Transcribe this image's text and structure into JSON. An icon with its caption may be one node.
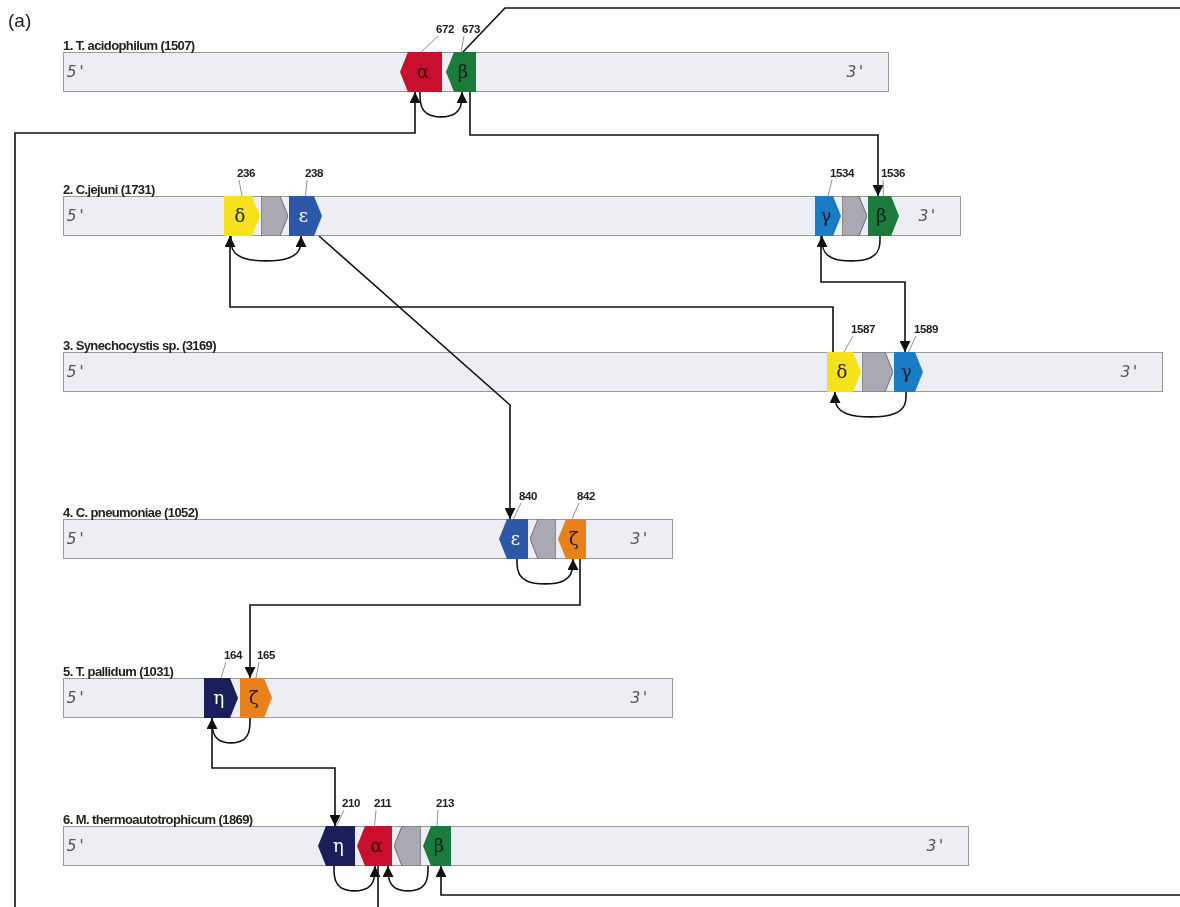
{
  "diagram": {
    "nodes": [
      {
        "text": [
          "1. T. acidophilum (1507)",
          "5'",
          "3'"
        ]
      },
      {
        "text": [
          "α"
        ],
        "in": 0
      },
      {
        "text": [
          "β"
        ],
        "in": 0
      },
      {
        "text": [
          "2. C.jejuni (1731)",
          "5'",
          "3'"
        ]
      },
      {
        "text": [
          "δ"
        ],
        "in": 3
      },
      {
        "text": [],
        "shape": "pentagon",
        "in": 3
      },
      {
        "text": [
          "ε"
        ],
        "in": 3
      },
      {
        "text": [
          "γ"
        ],
        "in": 3
      },
      {
        "text": [],
        "shape": "pentagon",
        "in": 3
      },
      {
        "text": [
          "β"
        ],
        "in": 3
      },
      {
        "text": [
          "3. Synechocystis sp. (3169)",
          "5'",
          "3'"
        ]
      },
      {
        "text": [
          "δ"
        ],
        "in": 10
      },
      {
        "text": [],
        "shape": "pentagon",
        "in": 10
      },
      {
        "text": [
          "γ"
        ],
        "in": 10
      },
      {
        "text": [
          "4. C. pneumoniae (1052)",
          "5'",
          "3'"
        ]
      },
      {
        "text": [
          "ε"
        ],
        "in": 14
      },
      {
        "text": [],
        "shape": "pentagon",
        "in": 14
      },
      {
        "text": [
          "ζ"
        ],
        "in": 14
      },
      {
        "text": [
          "5. T. pallidum (1031)",
          "5'",
          "3'"
        ]
      },
      {
        "text": [
          "η"
        ],
        "in": 18
      },
      {
        "text": [
          "ζ"
        ],
        "in": 18
      },
      {
        "text": [
          "6. M. thermoautotrophicum (1869)",
          "5'",
          "3'"
        ]
      },
      {
        "text": [
          "η"
        ],
        "in": 21
      },
      {
        "text": [
          "α"
        ],
        "in": 21
      },
      {
        "text": [],
        "shape": "pentagon",
        "in": 21
      },
      {
        "text": [
          "β"
        ],
        "in": 21
      },
      {
        "text": [
          "672"
        ]
      },
      {
        "text": [
          "673"
        ]
      },
      {
        "text": [
          "236"
        ]
      },
      {
        "text": [
          "238"
        ]
      },
      {
        "text": [
          "1534"
        ]
      },
      {
        "text": [
          "1536"
        ]
      },
      {
        "text": [
          "1587"
        ]
      },
      {
        "text": [
          "1589"
        ]
      },
      {
        "text": [
          "840"
        ]
      },
      {
        "text": [
          "842"
        ]
      },
      {
        "text": [
          "164"
        ]
      },
      {
        "text": [
          "165"
        ]
      },
      {
        "text": [
          "210"
        ]
      },
      {
        "text": [
          "211"
        ]
      },
      {
        "text": [
          "213"
        ]
      }
    ],
    "edges": [
      {
        "from": 1,
        "to": 2,
        "arrow": "to"
      },
      {
        "from": 2,
        "to": null,
        "arrow": "none"
      },
      {
        "from": 2,
        "to": 9,
        "arrow": "to"
      },
      {
        "from": null,
        "to": 1,
        "arrow": "to"
      },
      {
        "from": 4,
        "to": 6,
        "arrow": "to"
      },
      {
        "from": 9,
        "to": 7,
        "arrow": "to"
      },
      {
        "from": 6,
        "to": 15,
        "arrow": "to"
      },
      {
        "from": 7,
        "to": 13,
        "arrow": "to"
      },
      {
        "from": 11,
        "to": 4,
        "arrow": "to"
      },
      {
        "from": 13,
        "to": 11,
        "arrow": "to"
      },
      {
        "from": 15,
        "to": 17,
        "arrow": "to"
      },
      {
        "from": 17,
        "to": 20,
        "arrow": "to"
      },
      {
        "from": 20,
        "to": 19,
        "arrow": "to"
      },
      {
        "from": 19,
        "to": 22,
        "arrow": "to"
      },
      {
        "from": 22,
        "to": 23,
        "arrow": "to"
      },
      {
        "from": 25,
        "to": 23,
        "arrow": "to"
      },
      {
        "from": 23,
        "to": null,
        "arrow": "none"
      },
      {
        "from": null,
        "to": 25,
        "arrow": "to"
      },
      {
        "from": 26,
        "to": 1,
        "arrow": "none",
        "color": "#777777"
      },
      {
        "from": 27,
        "to": 2,
        "arrow": "none",
        "color": "#777777"
      },
      {
        "from": 28,
        "to": 4,
        "arrow": "none",
        "color": "#777777"
      },
      {
        "from": 29,
        "to": 6,
        "arrow": "none",
        "color": "#777777"
      },
      {
        "from": 30,
        "to": 7,
        "arrow": "none",
        "color": "#777777"
      },
      {
        "from": 31,
        "to": 9,
        "arrow": "none",
        "color": "#777777"
      },
      {
        "from": 32,
        "to": 11,
        "arrow": "none",
        "color": "#777777"
      },
      {
        "from": 33,
        "to": 13,
        "arrow": "none",
        "color": "#777777"
      },
      {
        "from": 34,
        "to": 15,
        "arrow": "none",
        "color": "#777777"
      },
      {
        "from": 35,
        "to": 17,
        "arrow": "none",
        "color": "#777777"
      },
      {
        "from": 36,
        "to": 19,
        "arrow": "none",
        "color": "#777777"
      },
      {
        "from": 37,
        "to": 20,
        "arrow": "none",
        "color": "#777777"
      },
      {
        "from": 38,
        "to": 22,
        "arrow": "none",
        "color": "#777777"
      },
      {
        "from": 39,
        "to": 23,
        "arrow": "none",
        "color": "#777777"
      },
      {
        "from": 40,
        "to": 25,
        "arrow": "none",
        "color": "#777777"
      }
    ],
    "labels": [
      "(a)"
    ]
  }
}
